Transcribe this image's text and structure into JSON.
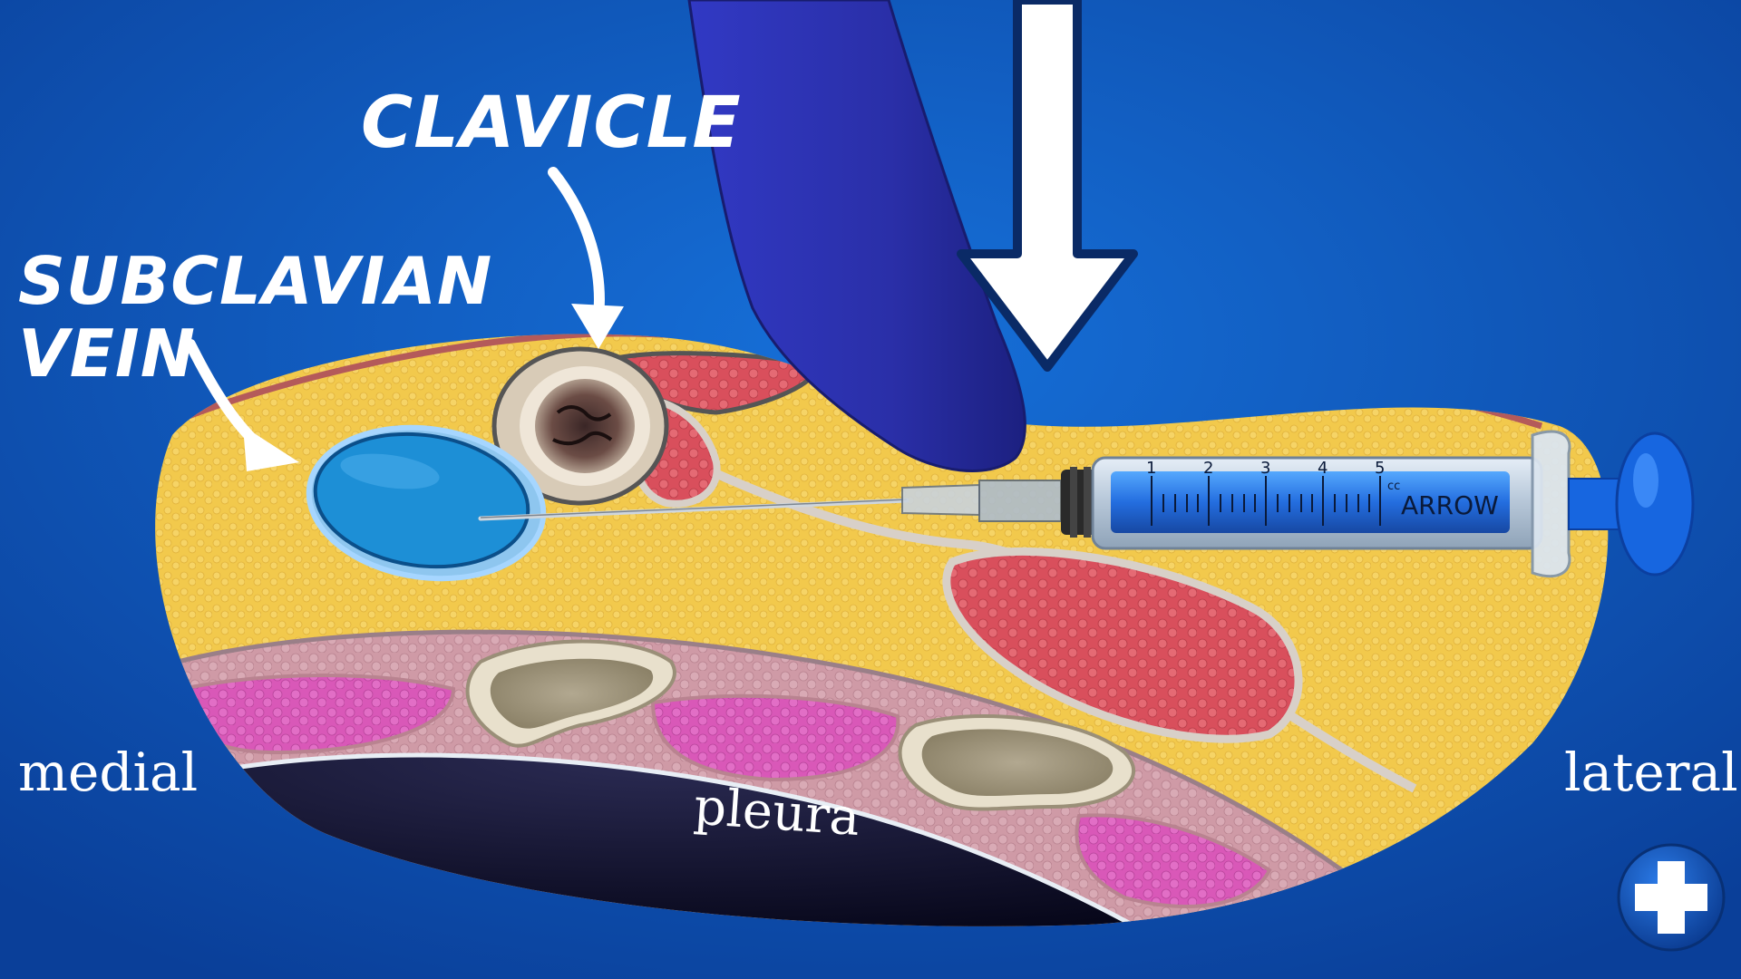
{
  "labels": {
    "clavicle": "CLAVICLE",
    "subclavian_line1": "SUBCLAVIAN",
    "subclavian_line2": "VEIN",
    "medial": "medial",
    "lateral": "lateral",
    "pleura": "pleura"
  },
  "syringe": {
    "brand": "ARROW",
    "scale_marks": [
      "1",
      "2",
      "3",
      "4",
      "5"
    ],
    "unit": "cc"
  },
  "icons": {
    "logo": "plus-icon"
  },
  "colors": {
    "background": "#0b4fb0",
    "fat": "#f2c94c",
    "muscle": "#d94f5c",
    "vein": "#1d8fd6",
    "pleura": "#141428",
    "intercostal_muscle": "#d958b8",
    "glove": "#2a2fa8",
    "plunger": "#1766e0"
  }
}
